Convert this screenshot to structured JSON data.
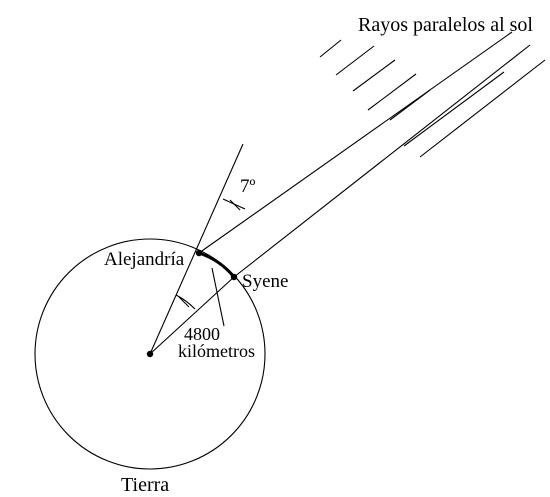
{
  "labels": {
    "sun_rays": "Rayos paralelos al sol",
    "angle_top": "7º",
    "alexandria": "Alejandría",
    "syene": "Syene",
    "distance_value": "4800",
    "distance_unit": "kilómetros",
    "earth": "Tierra"
  },
  "colors": {
    "ink": "#000000",
    "background": "#ffffff"
  }
}
